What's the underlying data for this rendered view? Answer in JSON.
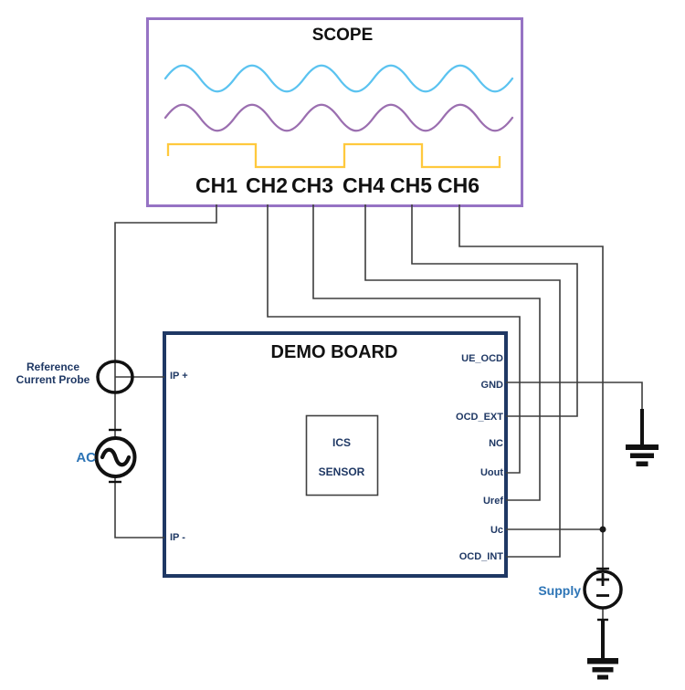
{
  "scope": {
    "title": "SCOPE",
    "channels": [
      "CH1",
      "CH2",
      "CH3",
      "CH4",
      "CH5",
      "CH6"
    ],
    "waveforms": [
      {
        "name": "sine-wave-1",
        "type": "sine",
        "color": "#5BC3F0"
      },
      {
        "name": "sine-wave-2",
        "type": "sine",
        "color": "#9B6FB0"
      },
      {
        "name": "square-wave",
        "type": "square",
        "color": "#FFC93D"
      }
    ]
  },
  "board": {
    "title": "DEMO BOARD",
    "pin_ip_plus": "IP +",
    "pin_ip_minus": "IP -",
    "right_pins": [
      "UE_OCD",
      "GND",
      "OCD_EXT",
      "NC",
      "Uout",
      "Uref",
      "Uc",
      "OCD_INT"
    ],
    "chip_line1": "ICS",
    "chip_line2": "SENSOR"
  },
  "labels": {
    "probe_line1": "Reference",
    "probe_line2": "Current Probe",
    "ac": "AC",
    "supply": "Supply"
  },
  "connections": [
    {
      "from": "CH1",
      "to": "Reference Current Probe loop"
    },
    {
      "from": "CH2",
      "to": "Uout"
    },
    {
      "from": "CH3",
      "to": "Uref"
    },
    {
      "from": "CH4",
      "to": "OCD_INT"
    },
    {
      "from": "CH5",
      "to": "OCD_EXT"
    },
    {
      "from": "CH6",
      "to": "Uc and Supply +"
    },
    {
      "from": "GND",
      "to": "earth ground"
    },
    {
      "from": "Supply -",
      "to": "earth ground"
    },
    {
      "from": "AC source",
      "to": "IP + / IP - through current probe"
    }
  ],
  "colors": {
    "scope_border": "#9673C4",
    "board_border": "#1F3864",
    "chip_border": "#404040",
    "wire": "#3D3D3D",
    "symbol": "#111111",
    "navy_text": "#1F3864",
    "blue_text": "#2E75B6",
    "wave_blue": "#5BC3F0",
    "wave_purple": "#9B6FB0",
    "wave_yellow": "#FFC93D"
  }
}
